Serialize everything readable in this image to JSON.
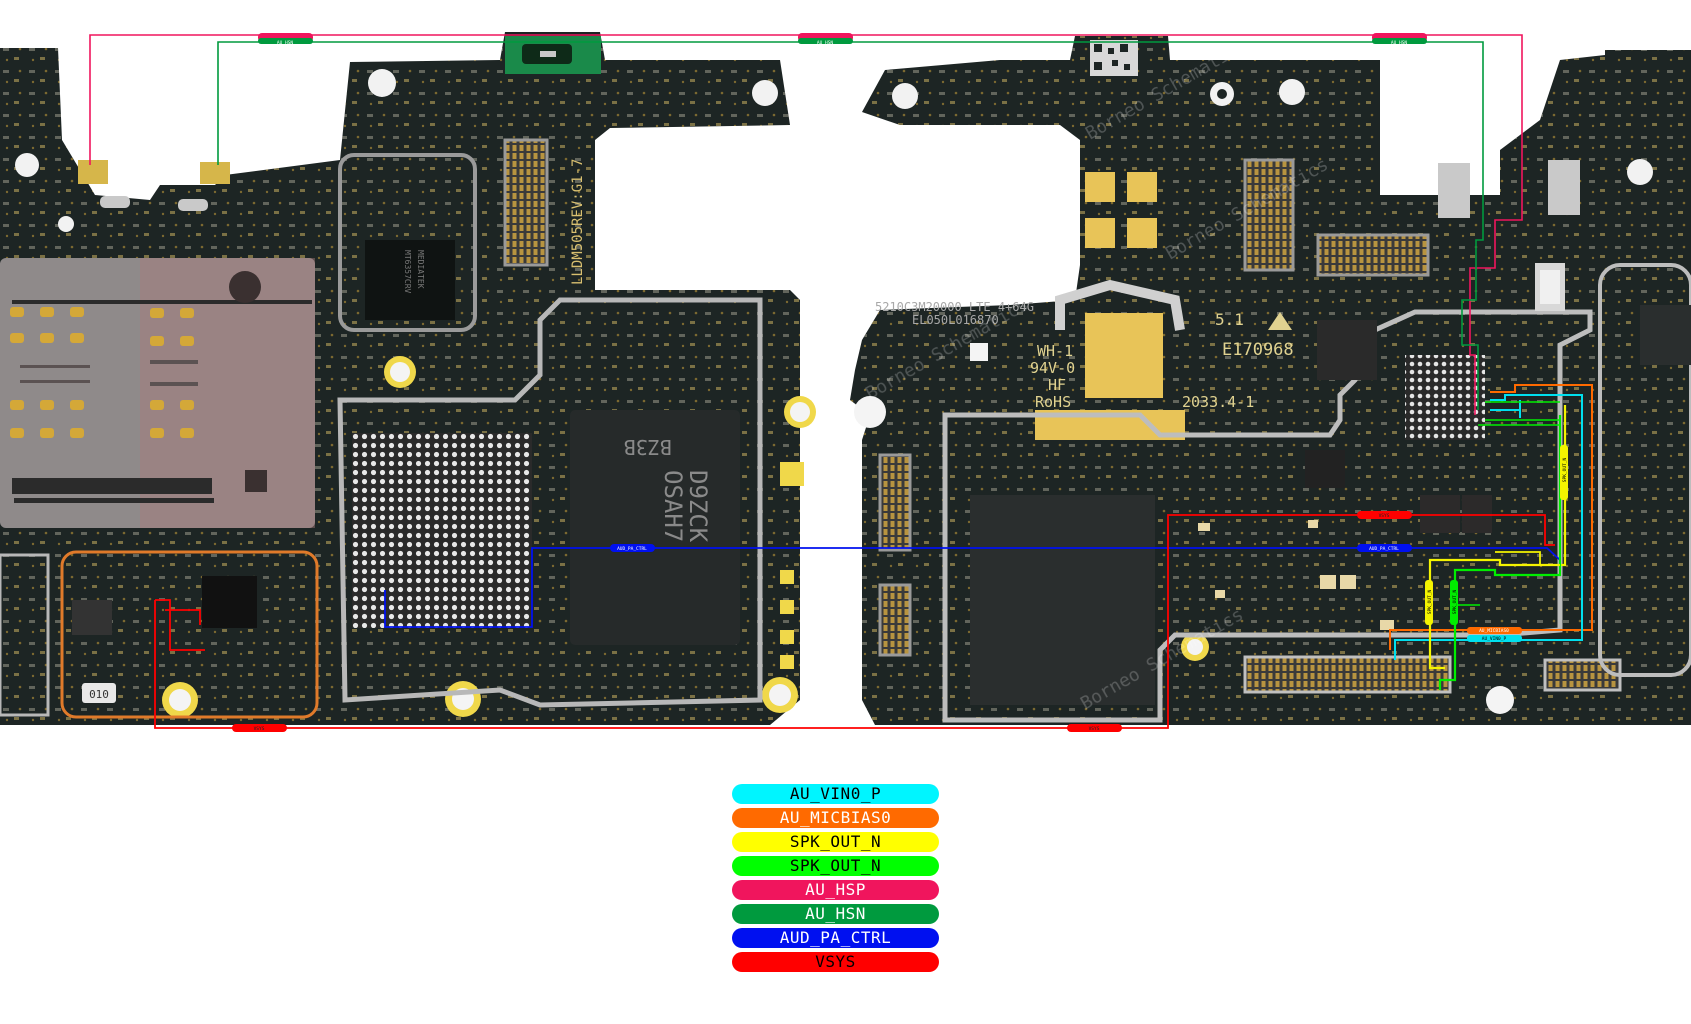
{
  "board": {
    "left_text": "LLDM505REV:G1-7",
    "cpu_marking": [
      "BZ3B",
      "D9ZCK",
      "OSAH7"
    ],
    "pmic_marking": [
      "MEDIATEK",
      "MT6357CRV"
    ],
    "right_text": [
      "5210C3M20000 LTE 4+64G",
      "EL050L016870"
    ],
    "cert_lines": [
      "WH-1",
      "94V-0",
      "HF",
      "RoHS"
    ],
    "ul_id": "E170968",
    "ul_version": "5.1",
    "date_code": "2033.4-1",
    "connector_label": "010",
    "watermark": "Borneo Schematics"
  },
  "net_tags": {
    "au_hsn": "AU_HSN",
    "au_hsp": "AU_HSP",
    "aud_pa_ctrl": "AUD_PA_CTRL",
    "au_micbias0": "AU_MICBIAS0",
    "au_vin0_p": "AU_VIN0_P",
    "vsys": "VSYS",
    "spk_out_n": "SPK_OUT_N"
  },
  "legend": [
    {
      "label": "AU_VIN0_P",
      "color": "#00f5ff",
      "text_color": "#000000"
    },
    {
      "label": "AU_MICBIAS0",
      "color": "#ff6a00",
      "text_color": "#ffffff"
    },
    {
      "label": "SPK_OUT_N",
      "color": "#ffff00",
      "text_color": "#000000"
    },
    {
      "label": "SPK_OUT_N",
      "color": "#00ff00",
      "text_color": "#000000"
    },
    {
      "label": "AU_HSP",
      "color": "#f0155d",
      "text_color": "#ffffff"
    },
    {
      "label": "AU_HSN",
      "color": "#009a3e",
      "text_color": "#ffffff"
    },
    {
      "label": "AUD_PA_CTRL",
      "color": "#0010f0",
      "text_color": "#ffffff"
    },
    {
      "label": "VSYS",
      "color": "#ff0000",
      "text_color": "#000000"
    }
  ]
}
